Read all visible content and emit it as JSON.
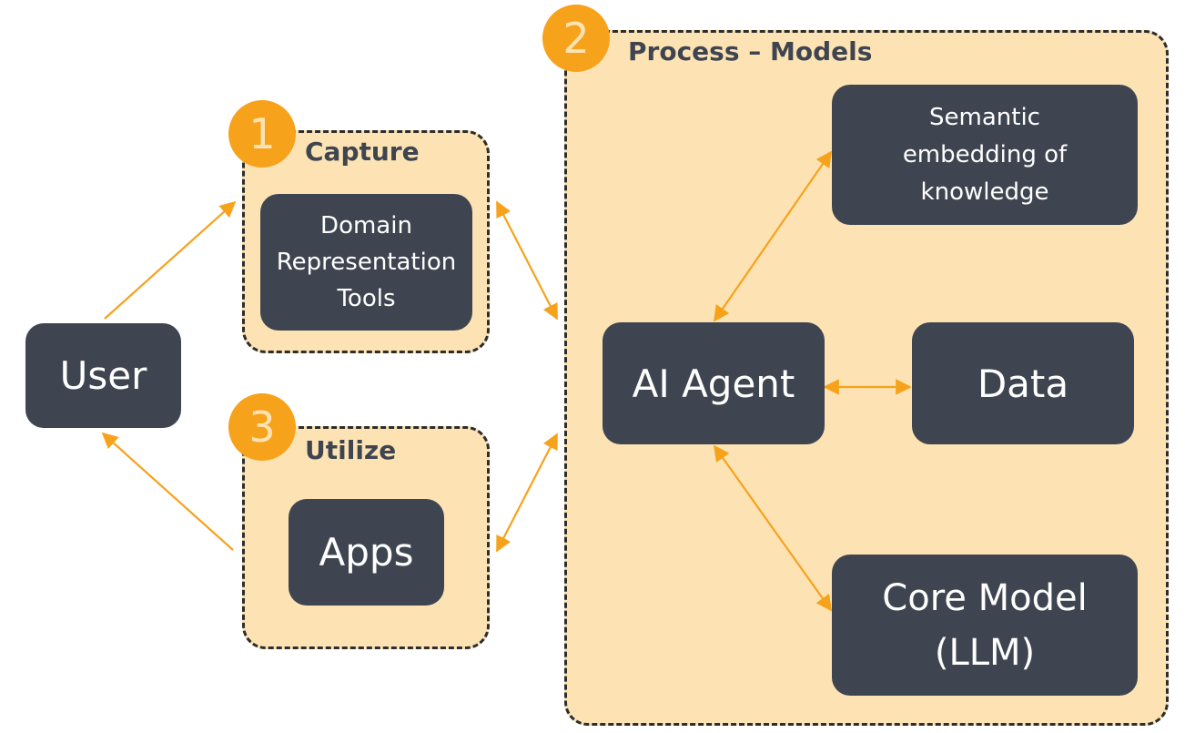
{
  "groups": {
    "capture": {
      "number": "1",
      "title": "Capture"
    },
    "process": {
      "number": "2",
      "title": "Process – Models"
    },
    "utilize": {
      "number": "3",
      "title": "Utilize"
    }
  },
  "nodes": {
    "user": "User",
    "domain_tools": "Domain\nRepresentation\nTools",
    "apps": "Apps",
    "ai_agent": "AI Agent",
    "semantic": "Semantic\nembedding of\nknowledge",
    "data": "Data",
    "core_model": "Core Model\n(LLM)"
  },
  "colors": {
    "group_fill": "#fde3b4",
    "node_fill": "#3f4550",
    "badge": "#f7a21b",
    "arrow": "#f7a21b",
    "group_border": "#2d2d2d"
  }
}
